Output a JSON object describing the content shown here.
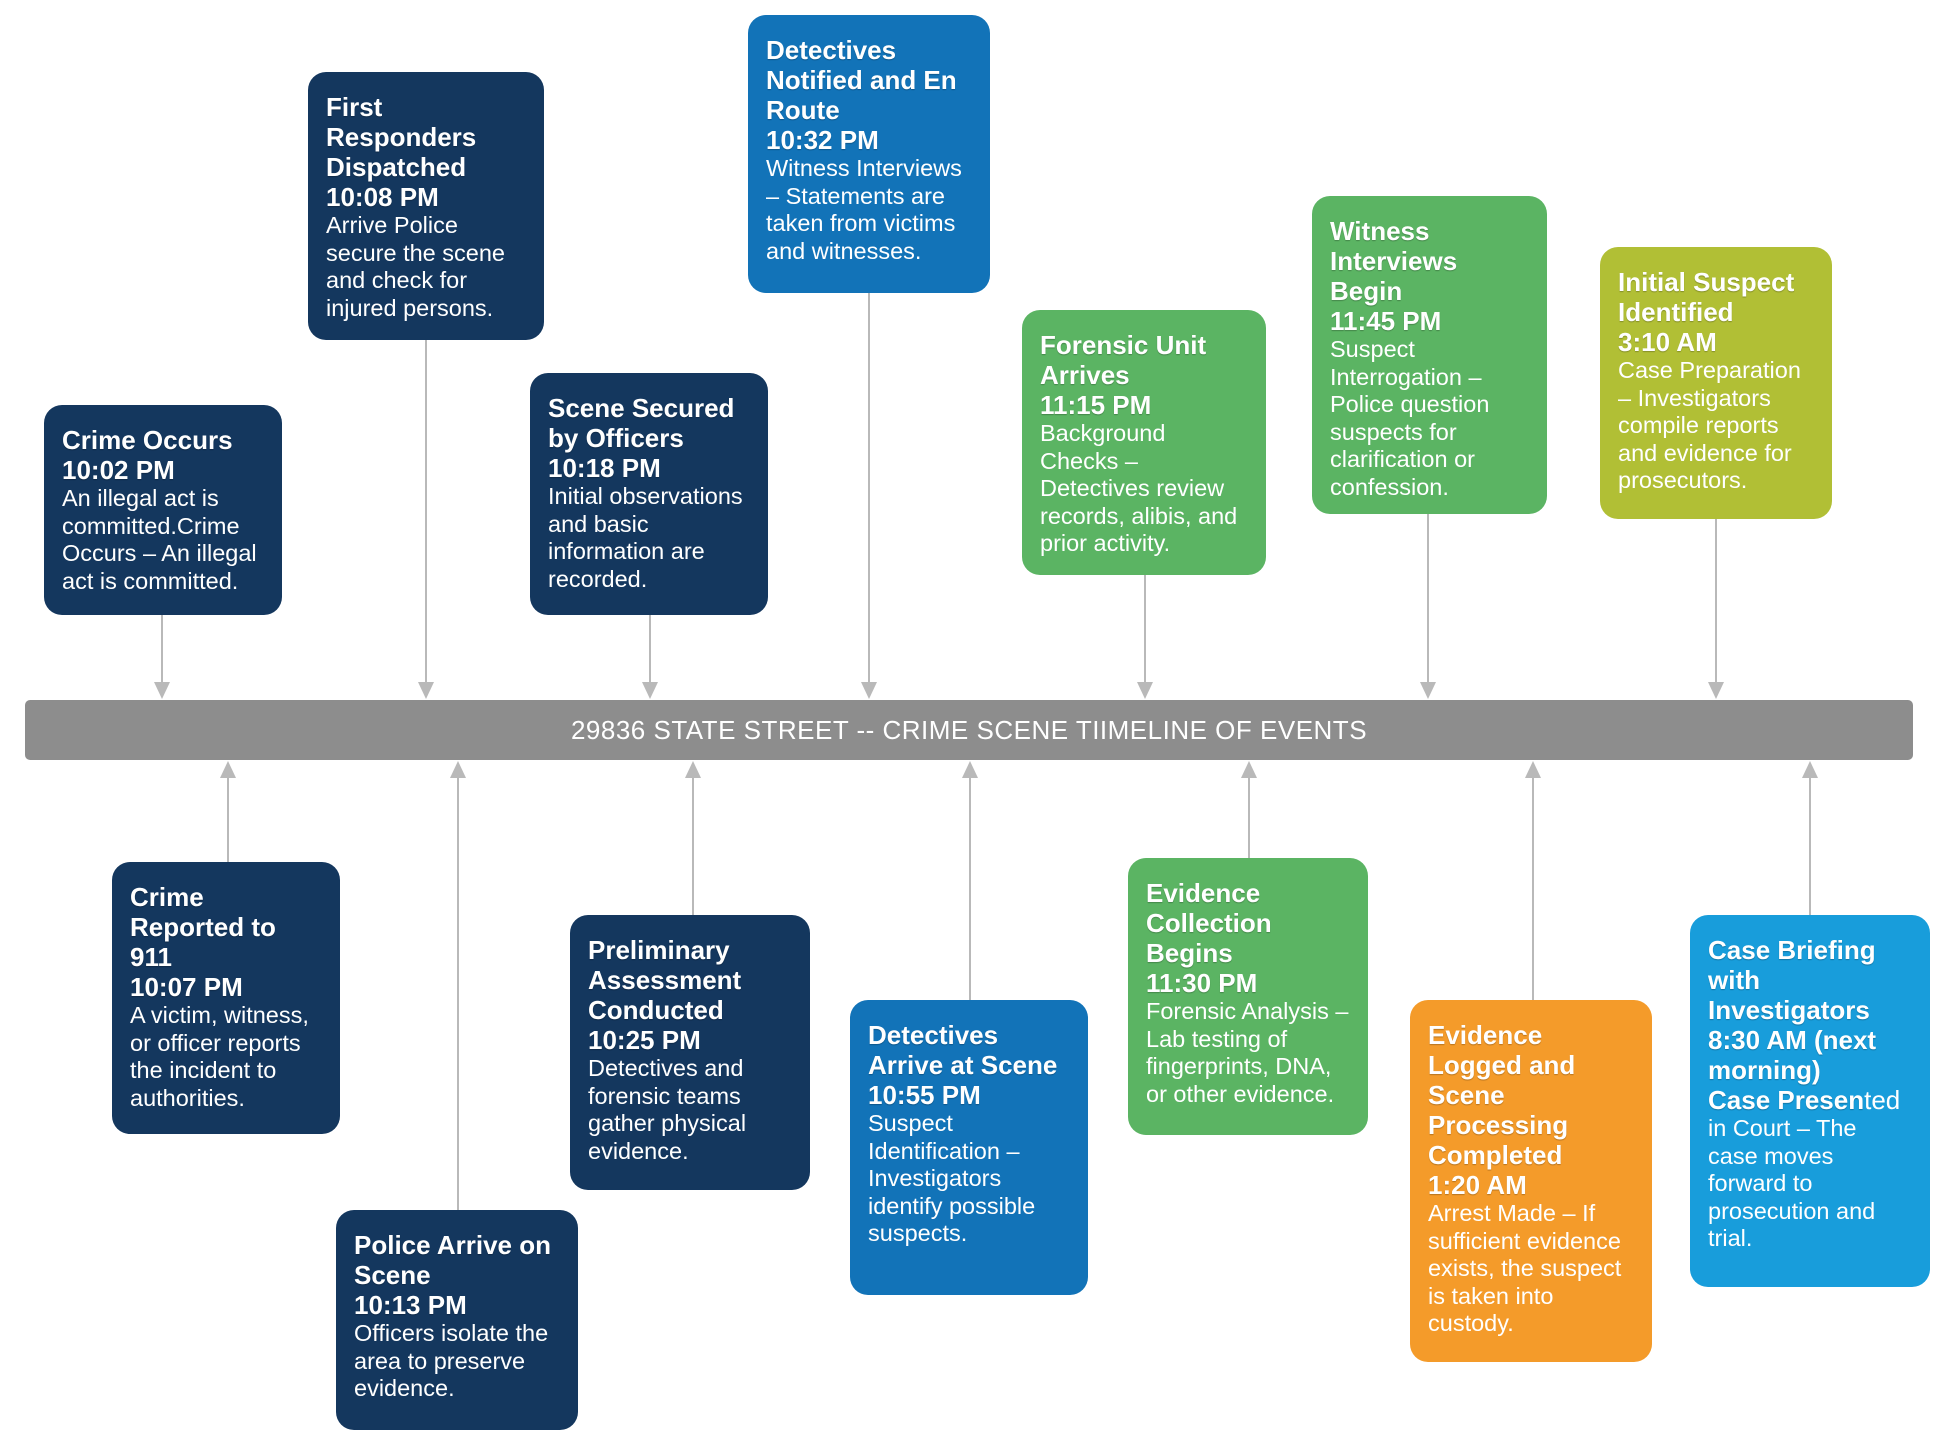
{
  "timeline": {
    "bar_label": "29836 STATE STREET -- CRIME SCENE TIIMELINE OF EVENTS",
    "bar_color": "#8d8d8d",
    "connector_color": "#b9b9b9"
  },
  "colors": {
    "navy": "#14375e",
    "blue": "#1273b8",
    "green": "#5bb463",
    "olive": "#b1bf35",
    "orange": "#f49b2a",
    "cyan": "#189ddb"
  },
  "icons": {
    "down_arrow": "triangle-down",
    "up_arrow": "triangle-up"
  },
  "events": [
    {
      "title": "Crime Occurs",
      "time": "10:02 PM",
      "body": "An illegal act is committed.Crime Occurs – An illegal act is committed.",
      "color": "navy",
      "side": "above"
    },
    {
      "title": "First Responders Dispatched",
      "time": "10:08 PM",
      "body": "Arrive  Police secure the scene and check for injured persons.",
      "color": "navy",
      "side": "above"
    },
    {
      "title": "Scene Secured by Officers",
      "time": "10:18 PM",
      "body": "Initial observations and basic information are recorded.",
      "color": "navy",
      "side": "above"
    },
    {
      "title": "Detectives Notified and En Route",
      "time": "10:32 PM",
      "body": "Witness Interviews – Statements are taken from victims and witnesses.",
      "color": "blue",
      "side": "above"
    },
    {
      "title": "Forensic Unit Arrives",
      "time": "11:15 PM",
      "body": "Background Checks – Detectives review records, alibis, and prior activity.",
      "color": "green",
      "side": "above"
    },
    {
      "title": "Witness Interviews Begin",
      "time": "11:45 PM",
      "body": "Suspect Interrogation – Police question suspects for clarification or confession.",
      "color": "green",
      "side": "above"
    },
    {
      "title": "Initial Suspect Identified",
      "time": "3:10 AM",
      "body": "Case Preparation – Investigators compile reports and evidence for prosecutors.",
      "color": "olive",
      "side": "above"
    },
    {
      "title": "Crime Reported to 911",
      "time": "10:07 PM",
      "body": "A victim, witness, or officer reports the incident to authorities.",
      "color": "navy",
      "side": "below"
    },
    {
      "title": "Police Arrive on Scene",
      "time": "10:13 PM",
      "body": "Officers isolate the area to preserve evidence.",
      "color": "navy",
      "side": "below"
    },
    {
      "title": "Preliminary Assessment Conducted",
      "time": "10:25 PM",
      "body": "Detectives and forensic teams gather physical evidence.",
      "color": "navy",
      "side": "below"
    },
    {
      "title": "Detectives Arrive at Scene",
      "time": "10:55 PM",
      "body": "Suspect Identification – Investigators identify possible suspects.",
      "color": "blue",
      "side": "below"
    },
    {
      "title": "Evidence Collection Begins",
      "time": "11:30 PM",
      "body": "Forensic Analysis – Lab testing of fingerprints, DNA, or other evidence.",
      "color": "green",
      "side": "below"
    },
    {
      "title": "Evidence Logged and Scene Processing Completed",
      "time": "1:20 AM",
      "body": "Arrest Made – If sufficient evidence exists, the suspect is taken into custody.",
      "color": "orange",
      "side": "below"
    },
    {
      "title": "Case Briefing with Investigators",
      "time": "8:30 AM (next morning)",
      "subtitle_bold": "Case Presen",
      "subtitle_rest": "ted",
      "body": "in Court – The case moves forward to prosecution and trial.",
      "color": "cyan",
      "side": "below"
    }
  ]
}
